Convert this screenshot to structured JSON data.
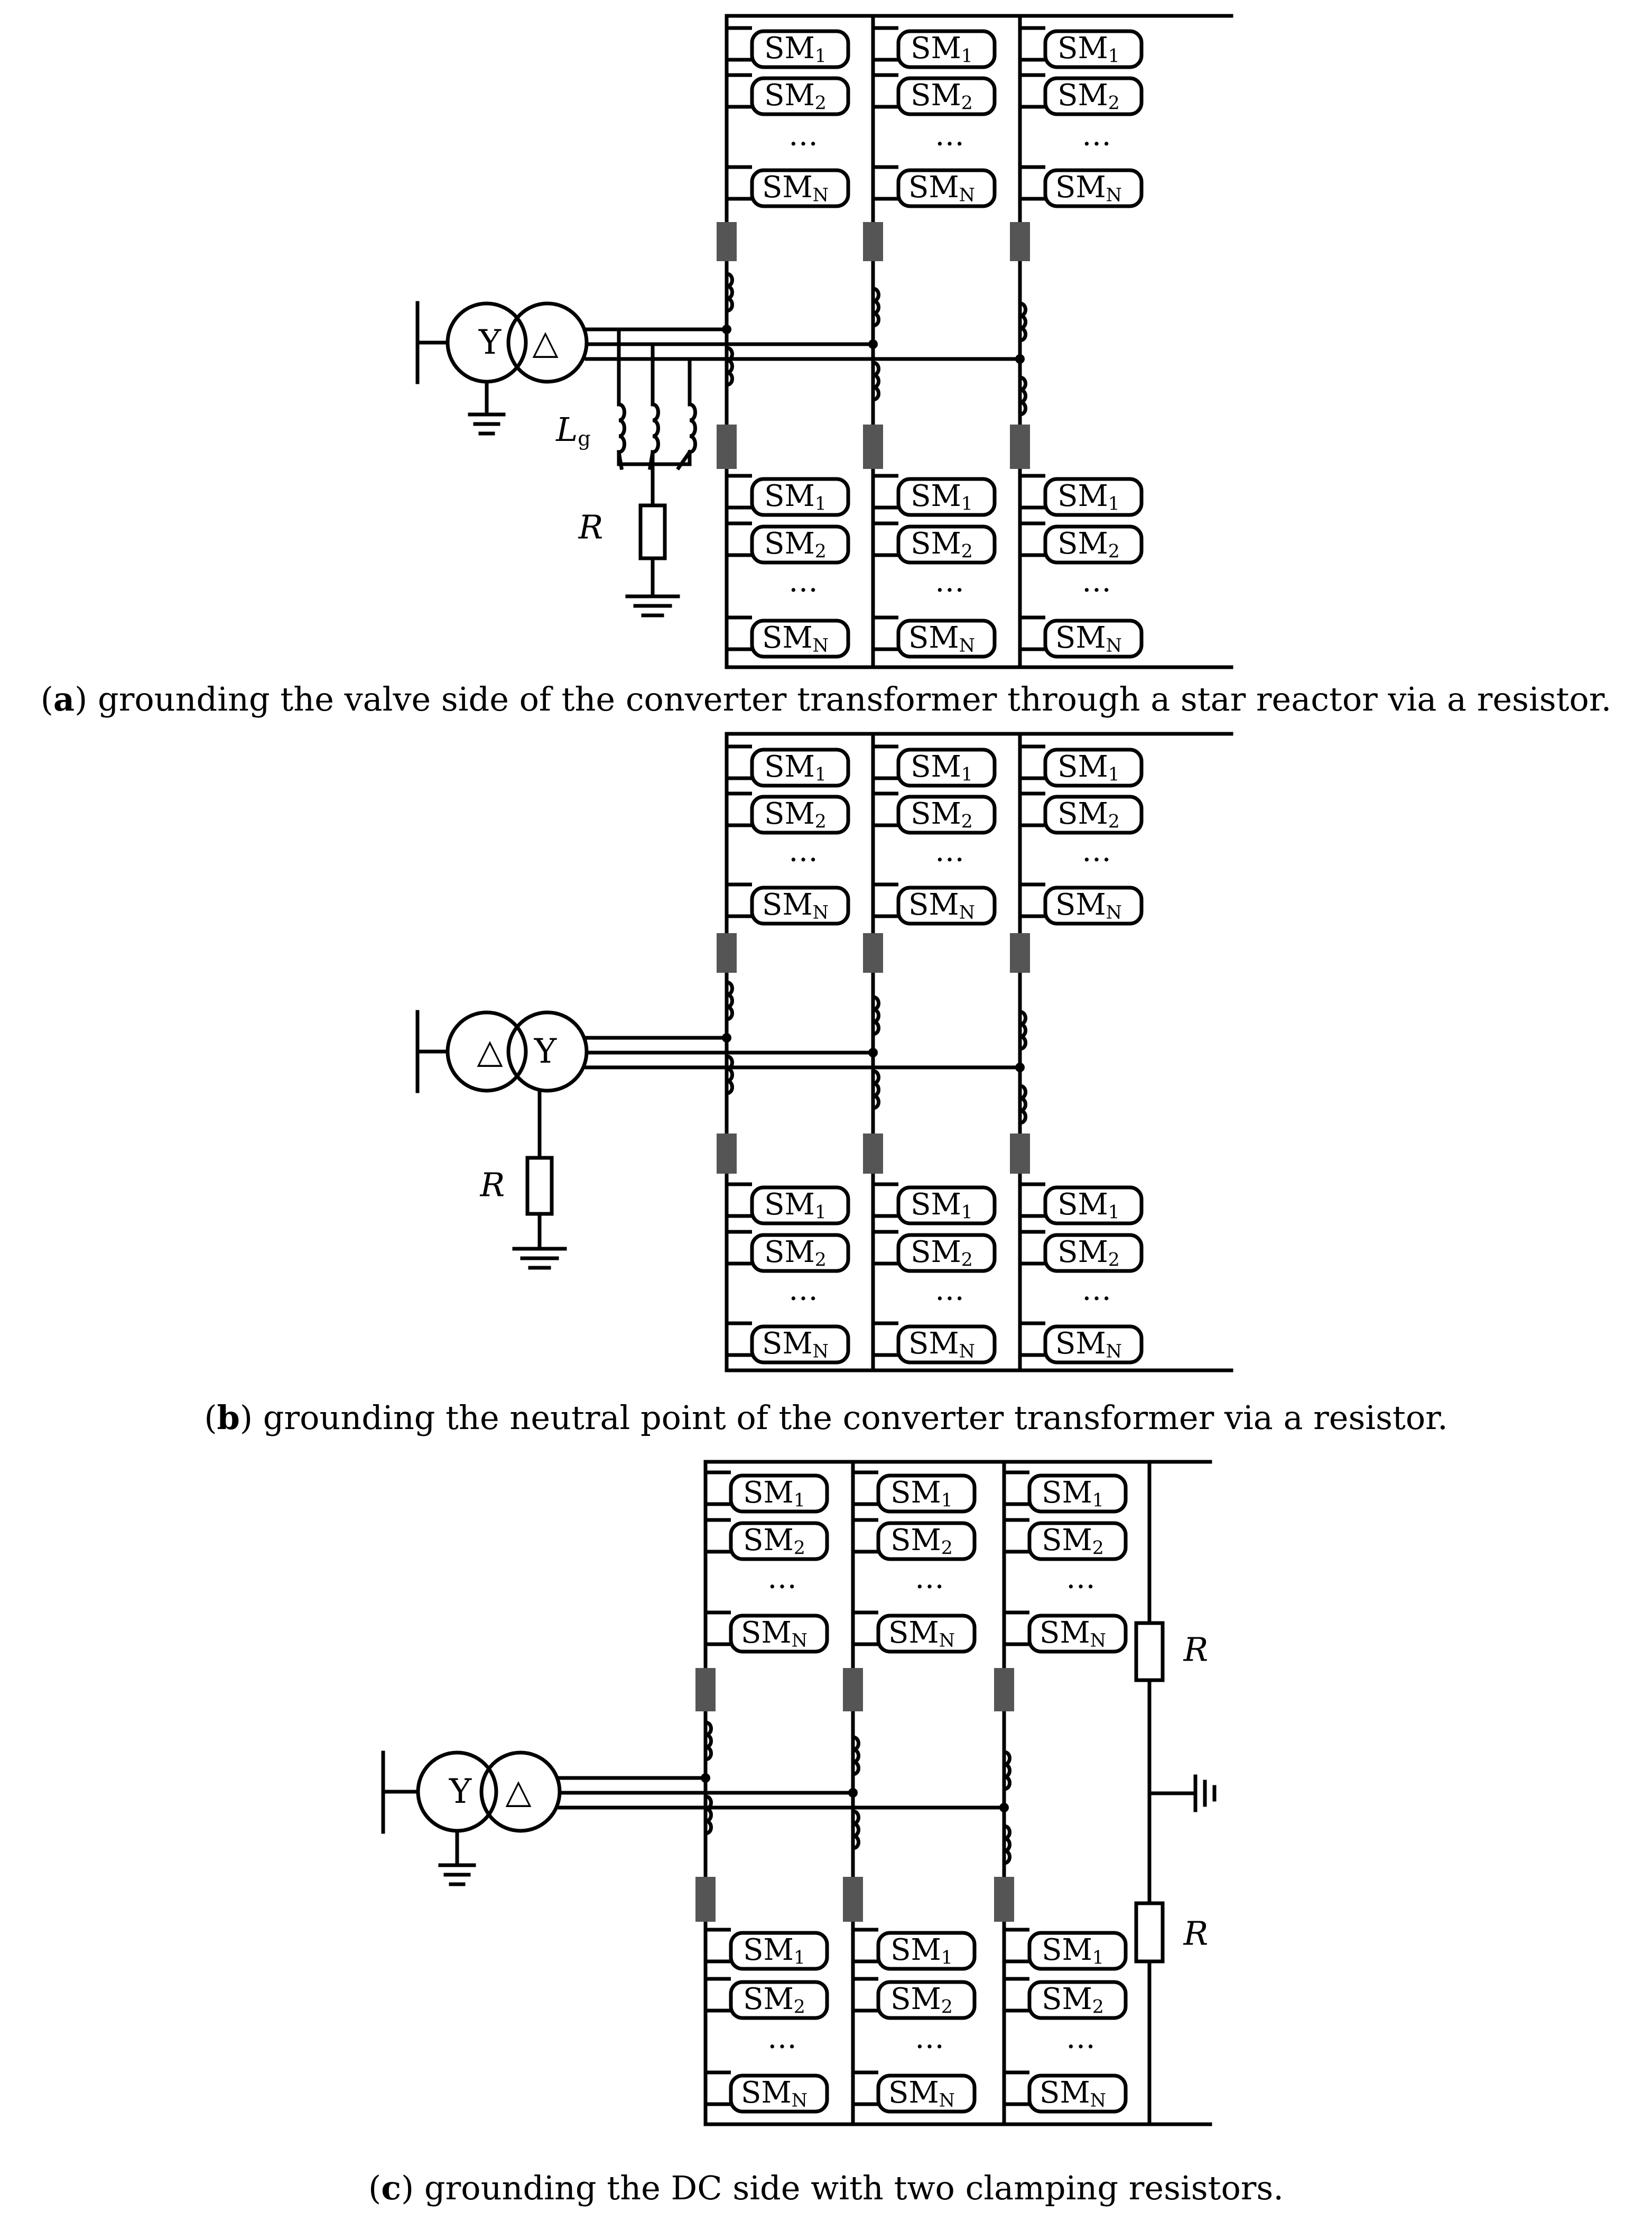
{
  "submodule": {
    "top_labels": [
      {
        "base": "SM",
        "sub": "1"
      },
      {
        "base": "SM",
        "sub": "2"
      }
    ],
    "bottom_label": {
      "base": "SM",
      "sub": "N"
    },
    "ellipsis": "…"
  },
  "symbols": {
    "wye": "Y",
    "delta": "△"
  },
  "panels": [
    {
      "id": "a",
      "letter": "a",
      "caption": " grounding the valve side of the converter transformer through a star reactor via a resistor.",
      "primary": "wye",
      "secondary": "delta",
      "inductor_label": {
        "base": "L",
        "sub": "g"
      },
      "resistor_labels": [
        "R"
      ]
    },
    {
      "id": "b",
      "letter": "b",
      "caption": " grounding the neutral point of the converter transformer via a resistor.",
      "primary": "delta",
      "secondary": "wye",
      "resistor_labels": [
        "R"
      ]
    },
    {
      "id": "c",
      "letter": "c",
      "caption": " grounding the DC side with two clamping resistors.",
      "primary": "wye",
      "secondary": "delta",
      "resistor_labels": [
        "R",
        "R"
      ]
    }
  ]
}
